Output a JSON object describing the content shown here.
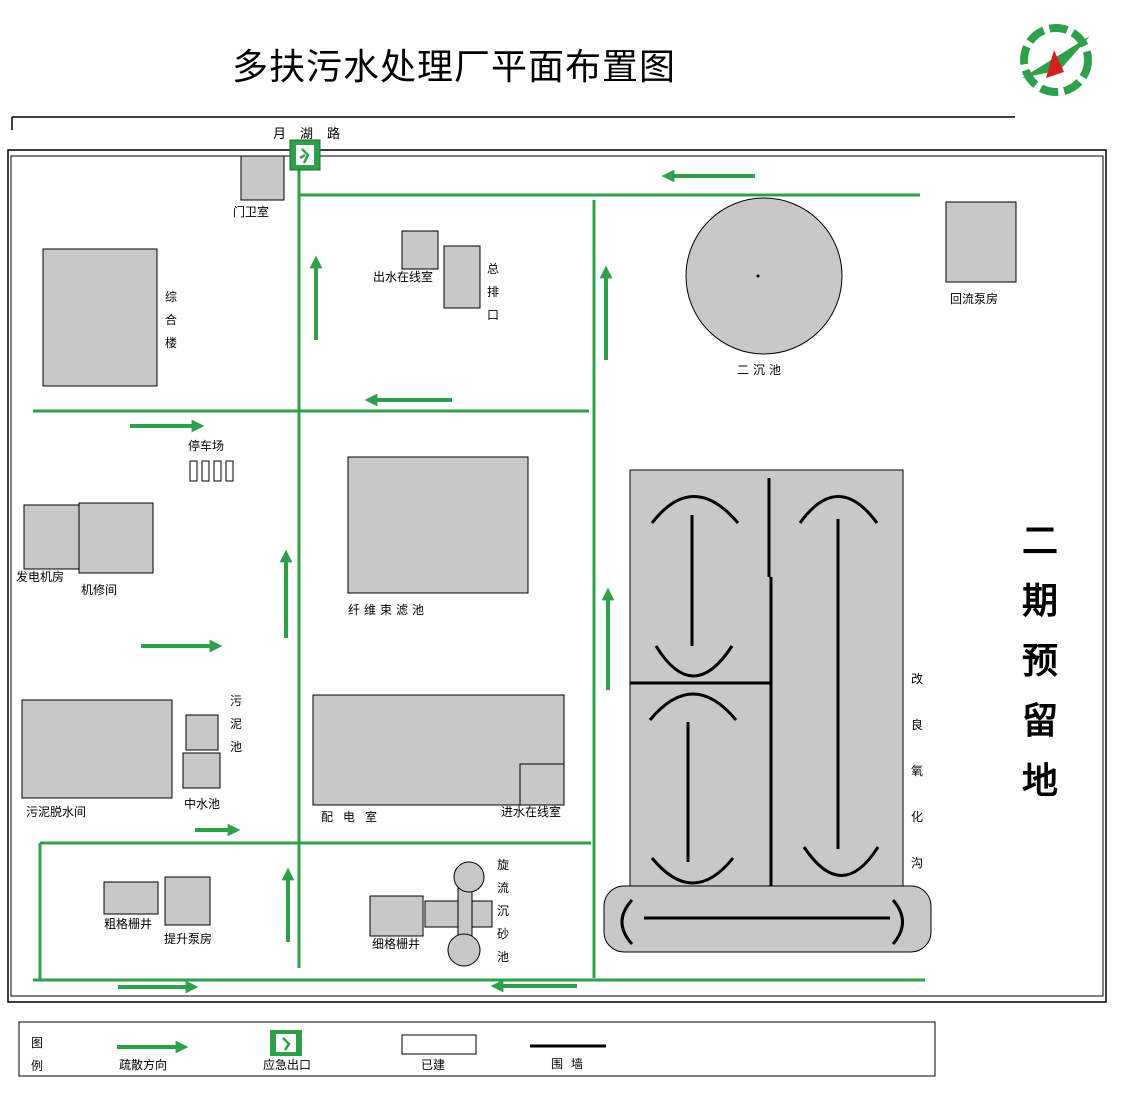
{
  "title": "多扶污水处理厂平面布置图",
  "road_name": "月湖路",
  "phase_two": "二期预留地",
  "colors": {
    "building": "#c8c8c8",
    "route": "#2ea04a",
    "wall": "#000000"
  },
  "buildings": {
    "guard": "门卫室",
    "office": "综合楼",
    "parking": "停车场",
    "generator": "发电机房",
    "repair": "机修间",
    "dewater": "污泥脱水间",
    "sludge_tank": "污泥池",
    "mid_tank": "中水池",
    "coarse_grid": "粗格栅井",
    "lift_pump": "提升泵房",
    "outlet_monitor": "出水在线室",
    "main_outlet": "总排口",
    "fiber_filter": "纤维束滤池",
    "power_room": "配电室",
    "inlet_monitor": "进水在线室",
    "fine_grid": "细格栅井",
    "grit_chamber": "旋流沉砂池",
    "clarifier": "二沉池",
    "return_pump": "回流泵房",
    "oxidation_ditch": "改良氧化沟"
  },
  "legend": {
    "heading": "图例",
    "evacuation": "疏散方向",
    "exit": "应急出口",
    "built": "已建",
    "wall": "围墙"
  }
}
